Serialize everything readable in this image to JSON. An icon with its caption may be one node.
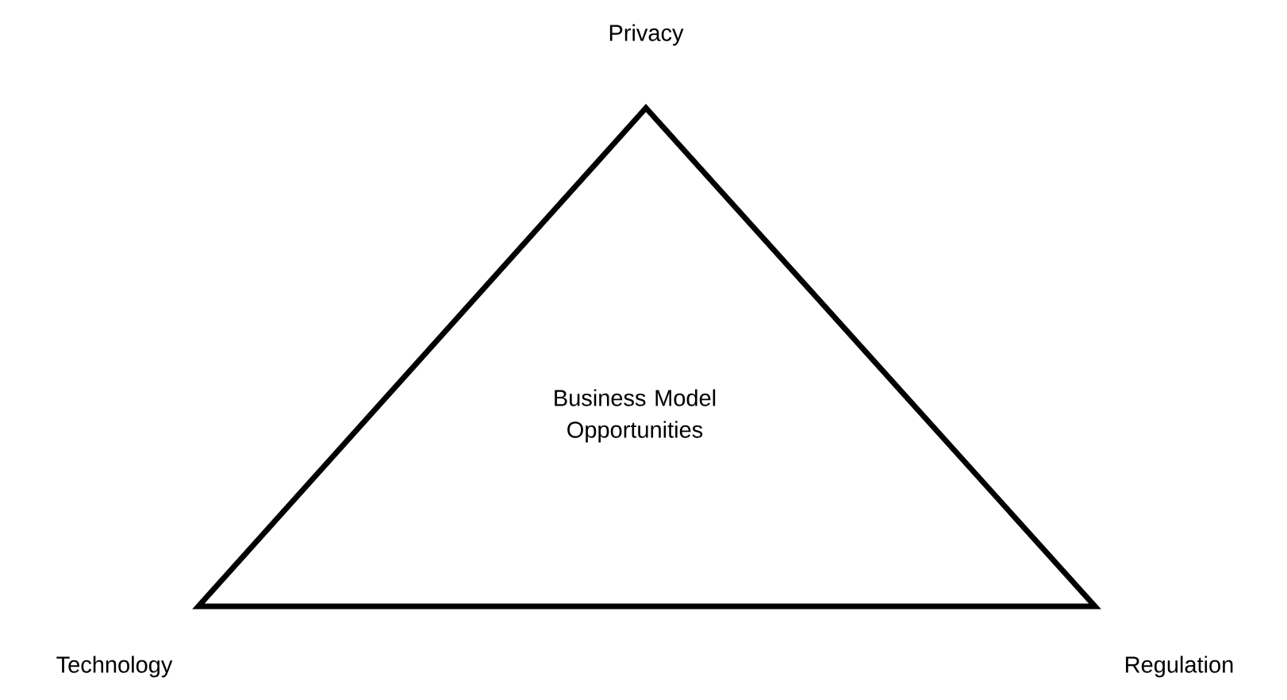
{
  "diagram": {
    "nodes": [
      {
        "text": [
          "Business Model Opportunities"
        ]
      }
    ],
    "labels": [
      "Privacy",
      "Technology",
      "Regulation"
    ]
  }
}
